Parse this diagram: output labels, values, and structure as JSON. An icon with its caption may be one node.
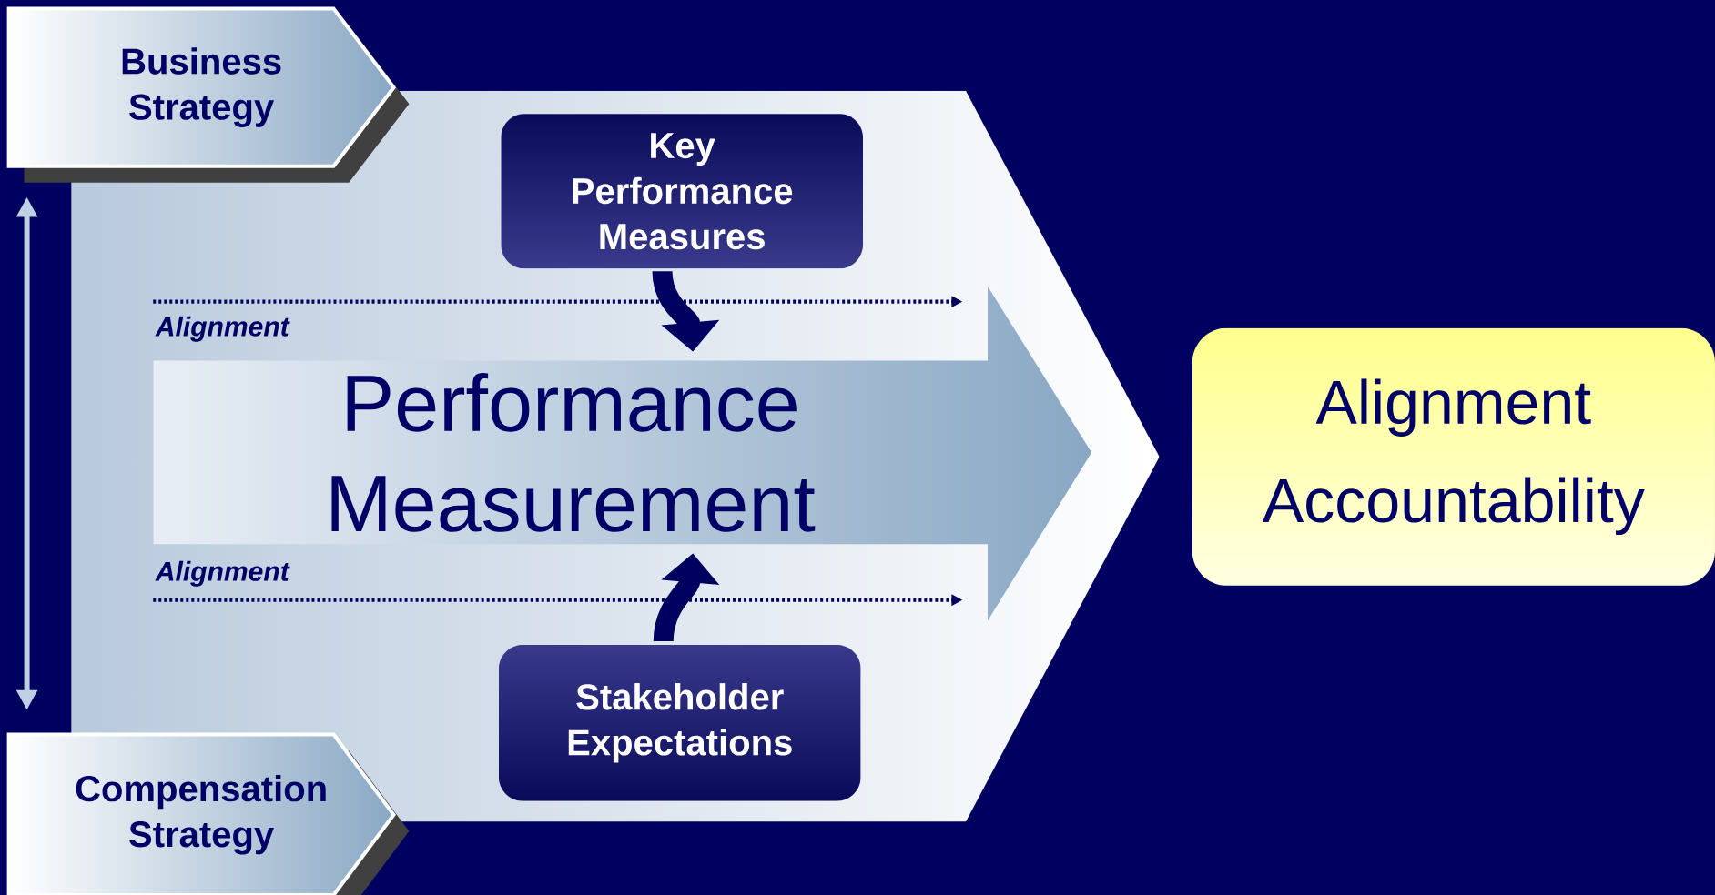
{
  "diagram": {
    "nodes": [
      {
        "text": [
          "Business Strategy"
        ]
      },
      {
        "text": [
          "Key Performance Measures"
        ]
      },
      {
        "text": [
          "Performance Measurement"
        ]
      },
      {
        "text": [
          "Stakeholder Expectations"
        ]
      },
      {
        "text": [
          "Compensation Strategy"
        ]
      },
      {
        "text": [
          "Alignment",
          "Accountability"
        ]
      }
    ],
    "edges": [
      {
        "from": 0,
        "to": 4,
        "arrow": "both",
        "color": "#c0d0e4"
      },
      {
        "from": 1,
        "to": 2,
        "arrow": "to"
      },
      {
        "from": 3,
        "to": 2,
        "arrow": "to"
      }
    ],
    "labels": [
      "Alignment",
      "Alignment"
    ]
  }
}
